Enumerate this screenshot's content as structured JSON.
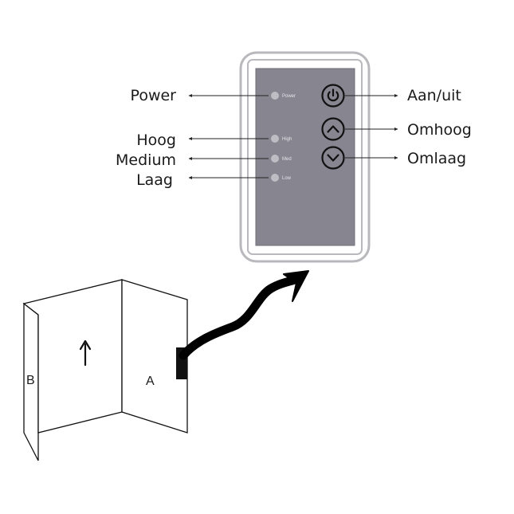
{
  "remote": {
    "indicators": [
      {
        "key": "power",
        "label": "Power"
      },
      {
        "key": "high",
        "label": "High"
      },
      {
        "key": "med",
        "label": "Med"
      },
      {
        "key": "low",
        "label": "Low"
      }
    ],
    "buttons": [
      {
        "key": "power",
        "icon": "power-icon"
      },
      {
        "key": "up",
        "icon": "chevron-up-icon"
      },
      {
        "key": "down",
        "icon": "chevron-down-icon"
      }
    ],
    "colors": {
      "panel": "#868590",
      "frame": "#b9b9bd",
      "led": "#bdbdc3",
      "ink": "#111111"
    }
  },
  "callouts": {
    "left": [
      "Power",
      "Hoog",
      "Medium",
      "Laag"
    ],
    "right": [
      "Aan/uit",
      "Omhoog",
      "Omlaag"
    ]
  },
  "heater": {
    "panel_a": "A",
    "panel_b": "B"
  }
}
